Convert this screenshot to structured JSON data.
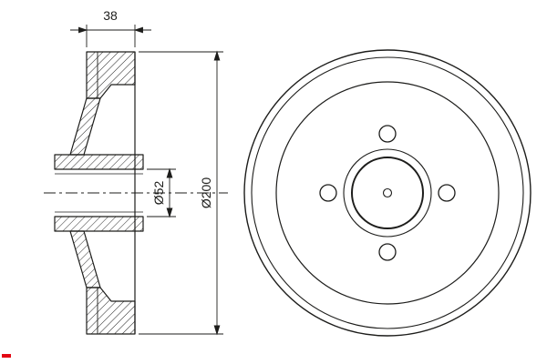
{
  "drawing": {
    "description": "Brake drum engineering drawing with cross-section view and front view",
    "background": "#ffffff",
    "line_color": "#1d1d1b",
    "accent_red": "#e30613",
    "dimensions": {
      "flange_width": "38",
      "bore_diameter": "Ø52",
      "outer_diameter": "Ø200"
    },
    "front_view": {
      "bolt_hole_count": "4"
    }
  }
}
